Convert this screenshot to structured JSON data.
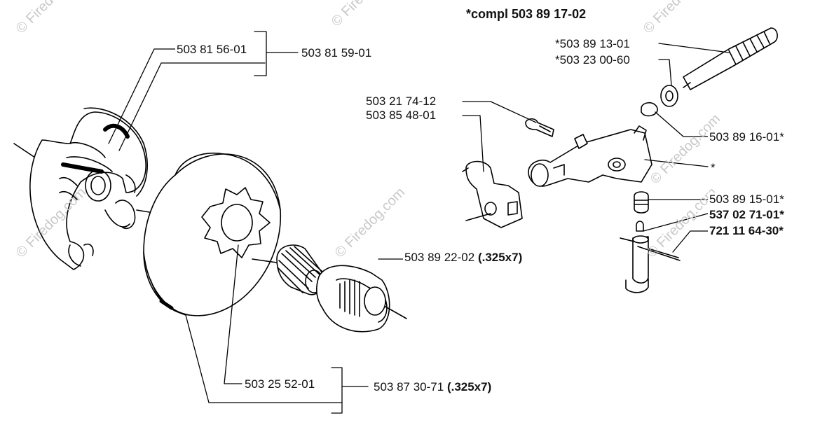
{
  "title": "*compl 503 89 17-02",
  "watermark": "© Firedog.com",
  "labels": {
    "p1": "503 81 56-01",
    "p2": "503 81 59-01",
    "p3": "503 89 22-02",
    "p3_suffix": "(.325x7)",
    "p4": "503 25 52-01",
    "p5": "503 87 30-71",
    "p5_suffix": "(.325x7)",
    "p6": "*503 89 13-01",
    "p7": "*503 23 00-60",
    "p8": "503 21 74-12",
    "p9": "503 85 48-01",
    "p10": "503 89 16-01*",
    "p11": "*",
    "p12": "503 89 15-01*",
    "p13": "537 02 71-01*",
    "p14": "721 11 64-30*"
  }
}
